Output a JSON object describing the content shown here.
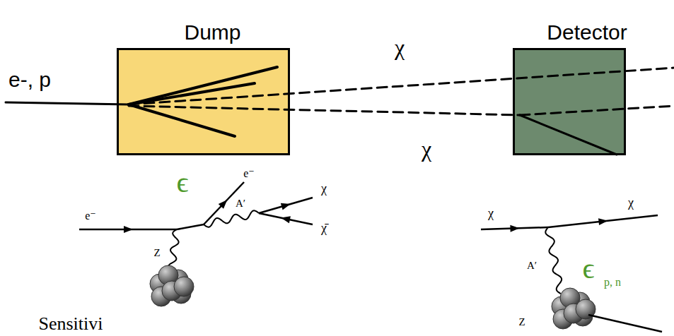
{
  "diagram": {
    "nodes": [
      {
        "text": [
          "Dump"
        ]
      },
      {
        "text": [
          "Detector"
        ]
      }
    ],
    "labels": [
      "e-, p",
      "χ",
      "χ",
      "e⁻",
      "ϵ",
      "e⁻",
      "A′",
      "χ",
      "χ̄",
      "Z",
      "χ",
      "χ",
      "A′",
      "ϵ",
      "p, n",
      "Z",
      "Sensitivi"
    ]
  }
}
